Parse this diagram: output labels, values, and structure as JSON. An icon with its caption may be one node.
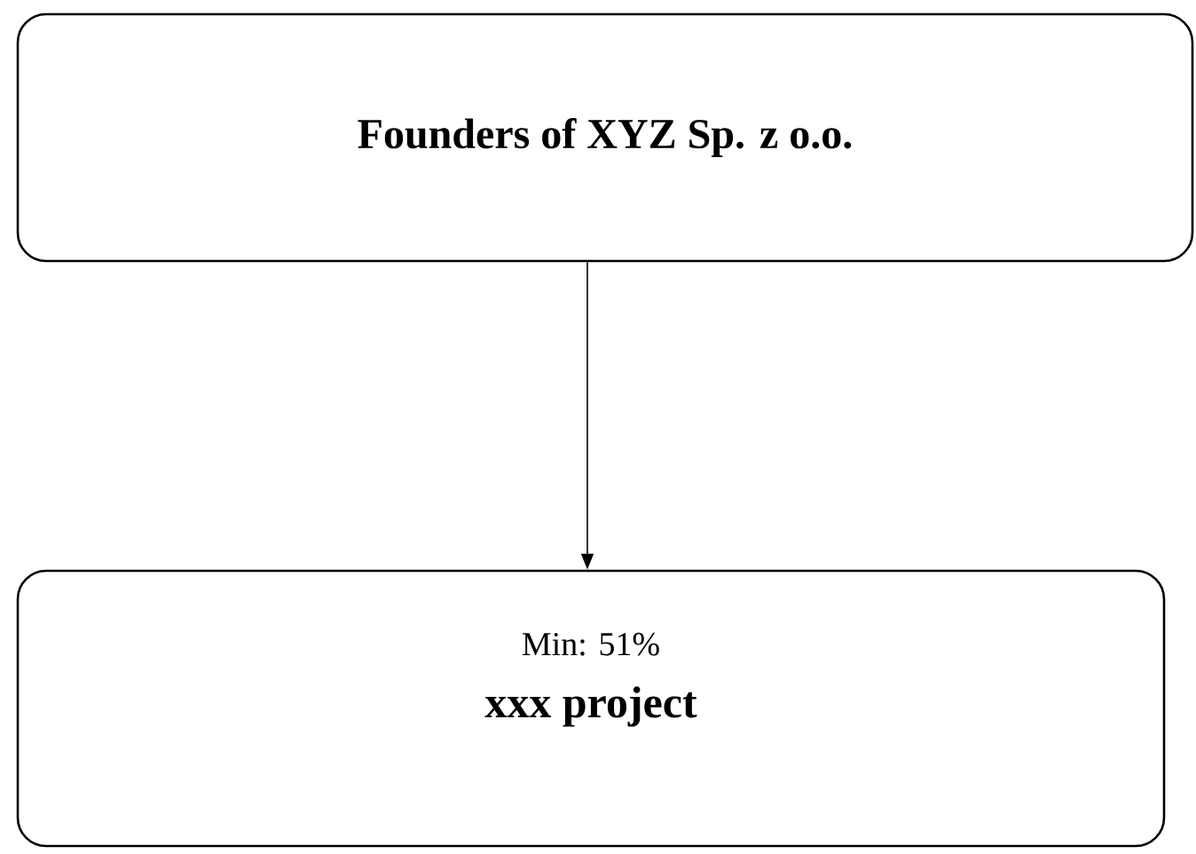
{
  "diagram": {
    "nodes": [
      {
        "text": [
          "Founders of XYZ Sp. z o.o."
        ]
      },
      {
        "text": [
          "Min: 51%",
          "xxx project"
        ]
      }
    ],
    "edges": [
      {
        "from": 0,
        "to": 1,
        "arrow": "to"
      }
    ]
  }
}
